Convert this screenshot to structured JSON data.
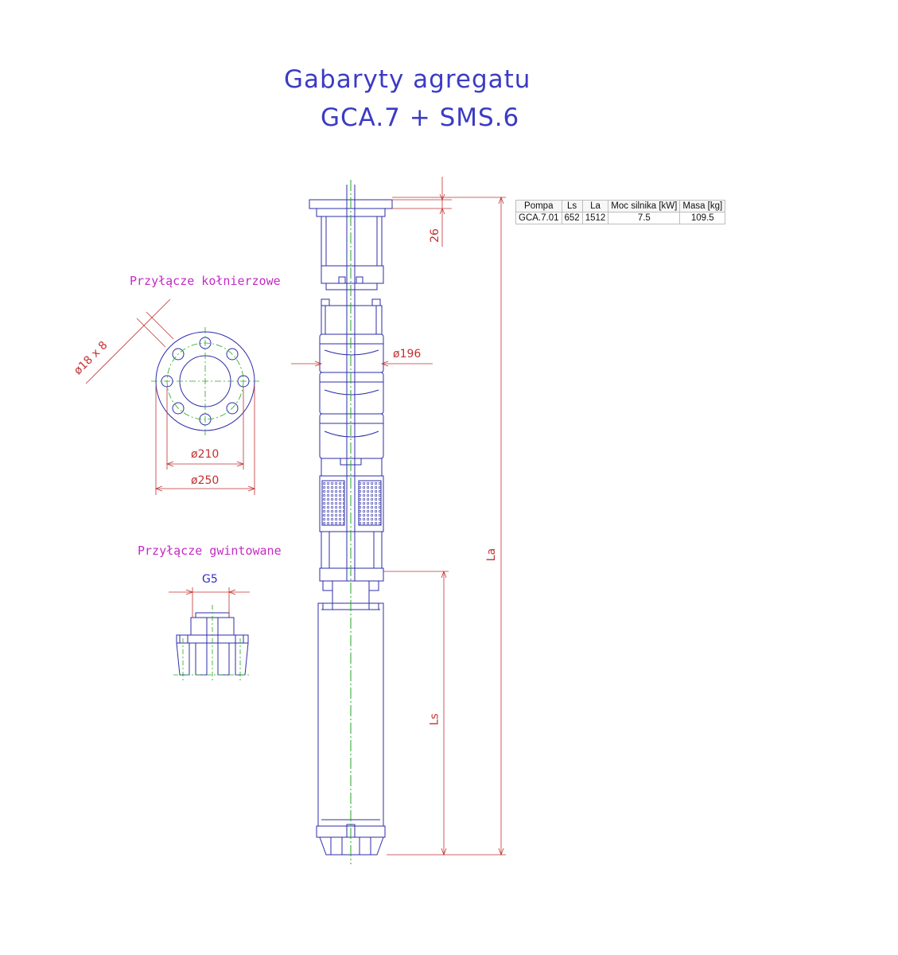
{
  "title": {
    "line1": "Gabaryty agregatu",
    "line2": "GCA.7 + SMS.6"
  },
  "labels": {
    "flange_connection": "Przyłącze kołnierzowe",
    "threaded_connection": "Przyłącze gwintowane"
  },
  "dimensions": {
    "flange_top_height": "26",
    "pump_diameter": "ø196",
    "bolt_holes": "ø18 x 8",
    "bolt_circle": "ø210",
    "flange_outer": "ø250",
    "thread_size": "G5",
    "overall_length": "La",
    "motor_length": "Ls"
  },
  "table": {
    "headers": [
      "Pompa",
      "Ls",
      "La",
      "Moc silnika [kW]",
      "Masa [kg]"
    ],
    "rows": [
      [
        "GCA.7.01",
        "652",
        "1512",
        "7.5",
        "109.5"
      ]
    ]
  },
  "colors": {
    "outline": "#2d2daa",
    "centerline": "#22aa22",
    "dimension": "#c23030",
    "label": "#c42bc4",
    "title": "#3b3bc4"
  }
}
